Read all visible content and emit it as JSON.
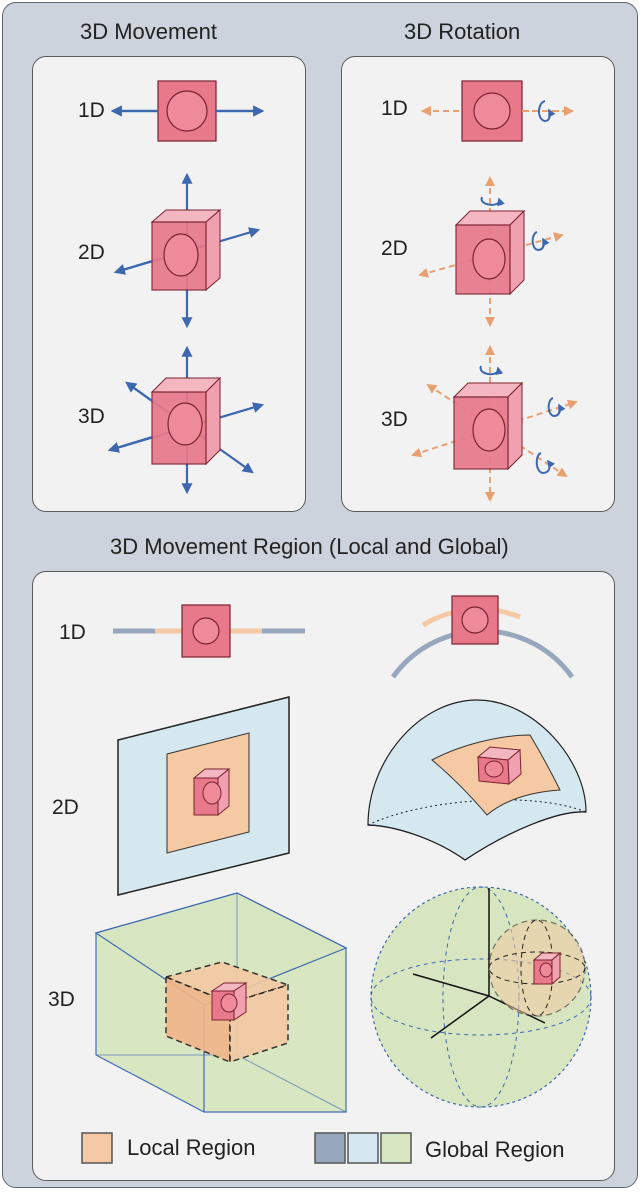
{
  "titles": {
    "movement": "3D Movement",
    "rotation": "3D Rotation",
    "region": "3D Movement Region (Local and Global)"
  },
  "movement_labels": [
    "1D",
    "2D",
    "3D"
  ],
  "rotation_labels": [
    "1D",
    "2D",
    "3D"
  ],
  "region_labels": [
    "1D",
    "2D",
    "3D"
  ],
  "legend": {
    "local": "Local Region",
    "global": "Global Region"
  },
  "colors": {
    "device_fill": "#e8798a",
    "device_side": "#f4b6c0",
    "device_stroke": "#7a2232",
    "movement_arrow": "#3d68b0",
    "rotation_arrow": "#e8a070",
    "local_region": "#f4c9a3",
    "global_region_1": "#97a7bd",
    "global_region_2": "#d5e8f0",
    "global_region_3": "#d7e6c0"
  }
}
